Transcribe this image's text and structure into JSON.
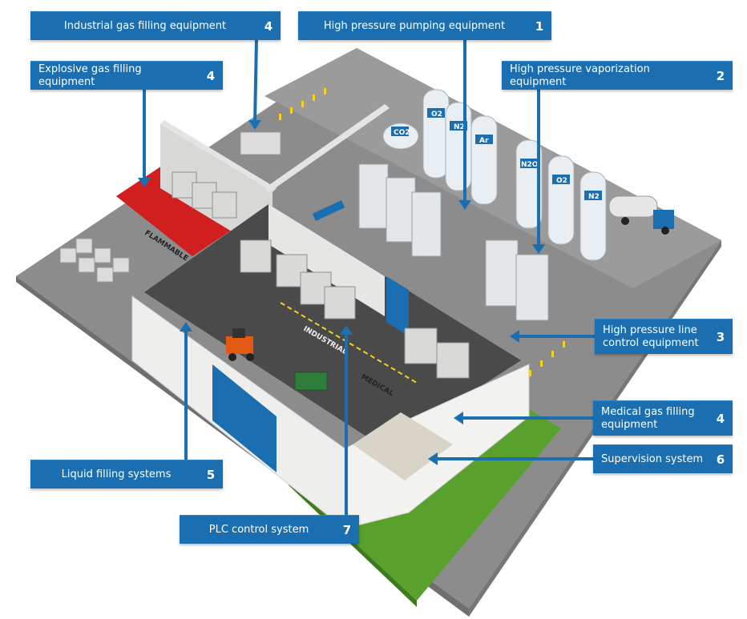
{
  "callouts": [
    {
      "id": "industrial-gas-filling",
      "label": "Industrial gas filling equipment",
      "number": "4"
    },
    {
      "id": "high-pressure-pumping",
      "label": "High pressure pumping equipment",
      "number": "1"
    },
    {
      "id": "explosive-gas-filling",
      "label": "Explosive gas filling equipment",
      "number": "4"
    },
    {
      "id": "high-pressure-vaporization",
      "label": "High pressure vaporization equipment",
      "number": "2"
    },
    {
      "id": "high-pressure-line-control",
      "label": "High pressure line control equipment",
      "number": "3"
    },
    {
      "id": "medical-gas-filling",
      "label": "Medical gas filling equipment",
      "number": "4"
    },
    {
      "id": "supervision-system",
      "label": "Supervision system",
      "number": "6"
    },
    {
      "id": "liquid-filling-systems",
      "label": "Liquid filling systems",
      "number": "5"
    },
    {
      "id": "plc-control-system",
      "label": "PLC control system",
      "number": "7"
    }
  ],
  "floor_labels": {
    "flammable": "FLAMMABLE",
    "industrial": "INDUSTRIAL",
    "medical": "MEDICAL"
  },
  "tank_labels": [
    "CO2",
    "O2",
    "N2",
    "Ar",
    "N2O",
    "O2",
    "N2"
  ],
  "colors": {
    "callout_blue": "#1b6fb0",
    "ground_gray": "#8a8a8a",
    "floor_dark": "#4a4a4a",
    "flammable_red": "#d11f1f",
    "grass_green": "#5aa02c",
    "tank_white": "#e8eef2",
    "wall_white": "#f2f2f0"
  }
}
